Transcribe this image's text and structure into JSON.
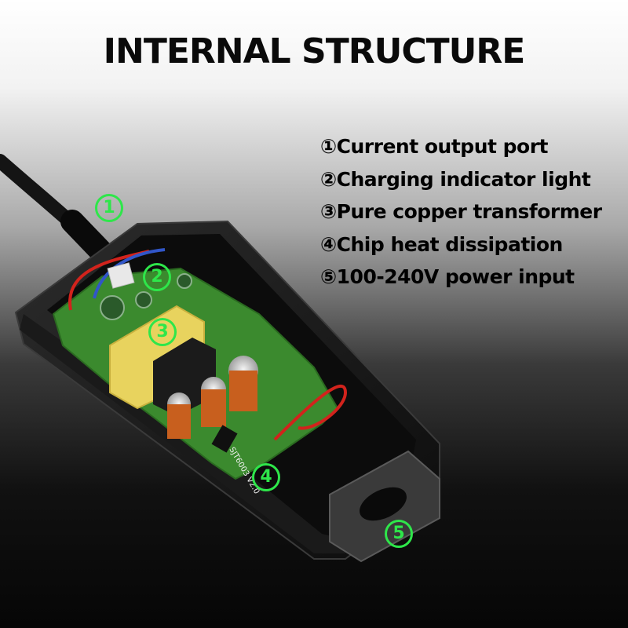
{
  "title": "INTERNAL STRUCTURE",
  "legend": [
    "①Current output port",
    "②Charging indicator light",
    "③Pure copper transformer",
    "④Chip heat dissipation",
    "⑤100-240V power input"
  ],
  "markers": [
    "1",
    "2",
    "3",
    "4",
    "5"
  ],
  "photo": {
    "board_label": "SJT6003 V2.0"
  },
  "colors": {
    "marker": "#2ee64a",
    "pcb": "#3b8a2e",
    "transformer": "#e8d35e",
    "case": "#222222"
  }
}
